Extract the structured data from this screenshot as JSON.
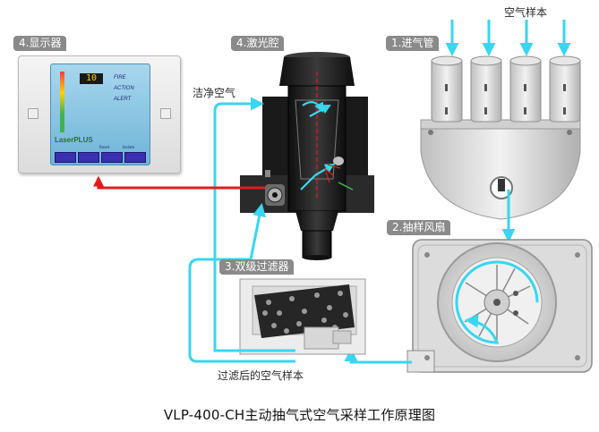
{
  "labels": {
    "display": "4.显示器",
    "laser_chamber": "4.激光腔",
    "intake_pipe": "1.进气管",
    "fan": "2.抽样风扇",
    "filter": "3.双级过滤器",
    "air_sample": "空气样本",
    "clean_air": "洁净空气",
    "filtered_air": "过滤后的空气样本"
  },
  "display_panel": {
    "digits": "10",
    "words": [
      "FIRE",
      "ACTION",
      "ALERT"
    ],
    "brand": "LaserPLUS",
    "keys": [
      "Reset",
      "Isolate"
    ]
  },
  "caption": "VLP-400-CH主动抽气式空气采样工作原理图",
  "colors": {
    "flow": "#38d6f0",
    "signal": "#e21b1b",
    "tag_bg": "#8a8a8a",
    "housing": "#d9d9d9",
    "chamber": "#1d1d1d"
  }
}
